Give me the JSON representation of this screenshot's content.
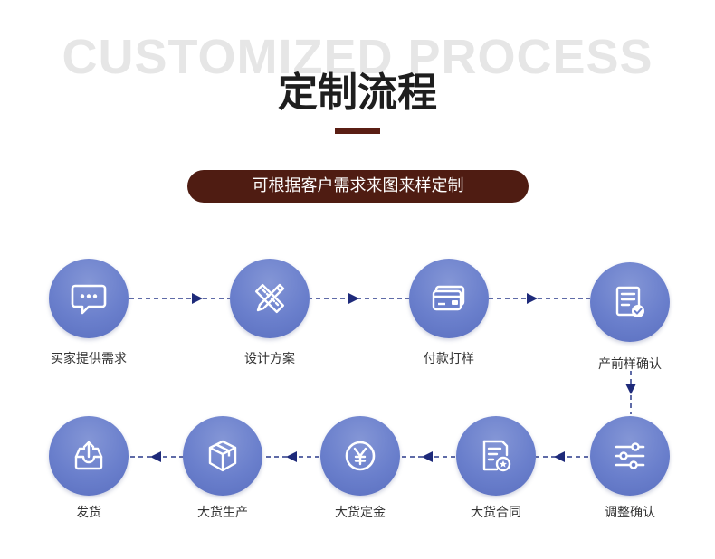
{
  "header": {
    "bg_title": "CUSTOMIZED PROCESS",
    "title": "定制流程",
    "subtitle": "可根据客户需求来图来样定制"
  },
  "colors": {
    "accent_dark": "#4f1c12",
    "circle_blue": "#6a7fcc",
    "arrow_navy": "#2a3a8a"
  },
  "steps": [
    {
      "label": "买家提供需求",
      "icon": "chat-bubble-icon"
    },
    {
      "label": "设计方案",
      "icon": "ruler-pencil-icon"
    },
    {
      "label": "付款打样",
      "icon": "credit-card-icon"
    },
    {
      "label": "产前样确认",
      "icon": "checklist-icon"
    },
    {
      "label": "调整确认",
      "icon": "sliders-icon"
    },
    {
      "label": "大货合同",
      "icon": "contract-icon"
    },
    {
      "label": "大货定金",
      "icon": "yen-coin-icon"
    },
    {
      "label": "大货生产",
      "icon": "box-icon"
    },
    {
      "label": "发货",
      "icon": "inbox-upload-icon"
    }
  ]
}
